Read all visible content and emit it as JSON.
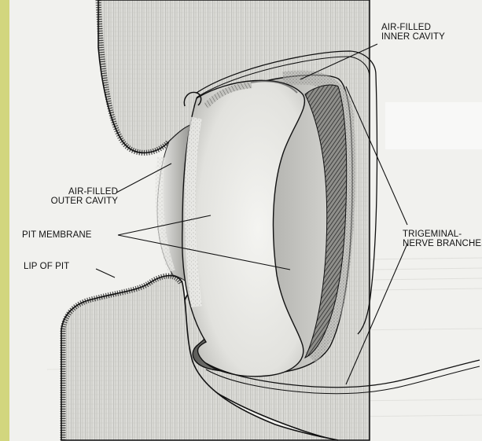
{
  "labels": {
    "inner_cavity": [
      "AIR-FILLED",
      "INNER CAVITY"
    ],
    "outer_cavity": [
      "AIR-FILLED",
      "OUTER CAVITY"
    ],
    "pit_membrane": [
      "PIT MEMBRANE"
    ],
    "lip_of_pit": [
      "LIP OF PIT"
    ],
    "trigeminal": [
      "TRIGEMINAL-",
      "NERVE BRANCHES"
    ]
  },
  "colors": {
    "background_frame": "#d2d67e",
    "paper": "#f1f1ee",
    "ink": "#111111"
  }
}
